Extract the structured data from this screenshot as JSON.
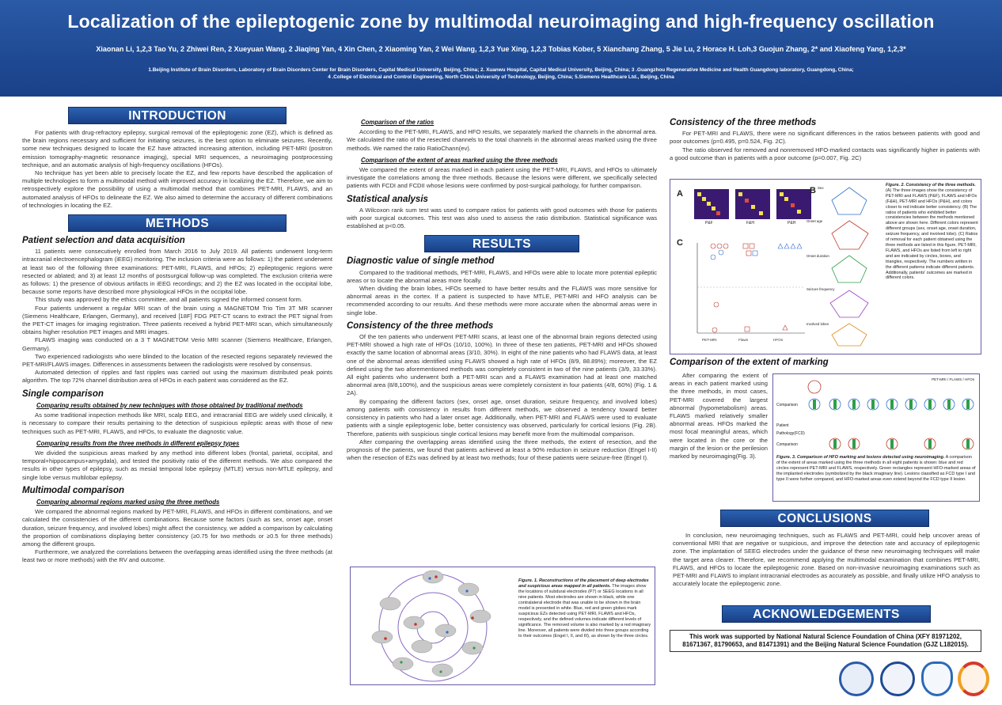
{
  "header": {
    "title": "Localization of the epileptogenic zone by multimodal neuroimaging and high-frequency oscillation",
    "authors": "Xiaonan Li, 1,2,3 Tao Yu, 2 Zhiwei Ren, 2 Xueyuan Wang, 2 Jiaqing Yan, 4 Xin Chen, 2 Xiaoming Yan, 2 Wei Wang, 1,2,3 Yue Xing, 1,2,3 Tobias Kober, 5 Xianchang Zhang, 5 Jie Lu, 2 Horace H. Loh,3 Guojun Zhang, 2* and Xiaofeng Yang, 1,2,3*",
    "affil1": "1.Beijing Institute of Brain Disorders, Laboratory of Brain Disorders Center for Brain Disorders, Capital Medical University, Beijing, China; 2. Xuanwu Hospital, Capital Medical University, Beijing, China; 3 .Guangzhou Regenerative Medicine and Health Guangdong laboratory, Guangdong, China;",
    "affil2": "4 .College of Electrical and Control Engineering, North China University of Technology, Beijing, China; 5.Siemens Healthcare Ltd., Beijing, China"
  },
  "intro": {
    "heading": "INTRODUCTION",
    "p1": "For patients with drug-refractory epilepsy, surgical removal of the epileptogenic zone (EZ), which is defined as the brain regions necessary and sufficient for initiating seizures, is the best option to eliminate seizures. Recently, some new techniques designed to locate the EZ have attracted increasing attention, including PET-MRI (positron emission tomography-magnetic resonance imaging), special MRI sequences, a neuroimaging postprocessing technique, and an automatic analysis of high-frequency oscillations (HFOs).",
    "p2": "No technique has yet been able to precisely locate the EZ, and few reports have described the application of multiple technologies to form a multimodal method with improved accuracy in localizing the EZ. Therefore, we aim to retrospectively explore the possibility of using a multimodal method that combines PET-MRI, FLAWS, and an automated analysis of HFOs to delineate the EZ. We also aimed to determine the accuracy of different combinations of technologies in locating the EZ."
  },
  "methods": {
    "heading": "METHODS",
    "sub1": "Patient selection and data acquisition",
    "p1": "11 patients were consecutively enrolled from March 2016 to July 2019. All patients underwent long-term intracranial electroencephalogram (iEEG) monitoring. The inclusion criteria were as follows: 1) the patient underwent at least two of the following three examinations: PET-MRI, FLAWS, and HFOs; 2) epileptogenic regions were resected or ablated; and 3) at least 12 months of postsurgical follow-up was completed. The exclusion criteria were as follows: 1) the presence of obvious artifacts in iEEG recordings; and 2) the EZ was located in the occipital lobe, because some reports have described more physiological HFOs in the occipital lobe.",
    "p2": "This study was approved by the ethics committee, and all patients signed the informed consent form.",
    "p3": "Four patients underwent a regular MRI scan of the brain using a MAGNETOM Trio Tim 3T MR scanner (Siemens Healthcare, Erlangen, Germany), and received [18F] FDG PET-CT scans to extract the PET signal from the PET-CT images for imaging registration. Three patients received a hybrid PET-MRI scan, which simultaneously obtains higher resolution PET images and MRI images.",
    "p4": "FLAWS imaging was conducted on a 3 T MAGNETOM Verio MRI scanner (Siemens Healthcare, Erlangen, Germany).",
    "p5": "Two experienced radiologists who were blinded to the location of the resected regions separately reviewed the PET-MRI/FLAWS images. Differences in assessments between the radiologists were resolved by consensus.",
    "p6": "Automated detection of ripples and fast ripples was carried out using the maximum distributed peak points algorithm. The top 72% channel distribution area of HFOs in each patient was considered as the EZ.",
    "sub2": "Single comparison",
    "subsub1": "Comparing results obtained by new techniques with those obtained by traditional methods",
    "p7": "As some traditional inspection methods like MRI, scalp EEG, and intracranial EEG are widely used clinically, it is necessary to compare their results pertaining to the detection of suspicious epileptic areas with those of new techniques such as PET-MRI, FLAWS, and HFOs, to evaluate the diagnostic value.",
    "subsub2": "Comparing results from the three methods in different epilepsy types",
    "p8": "We divided the suspicious areas marked by any method into different lobes (frontal, parietal, occipital, and temporal+hippocampus+amygdala), and tested the positivity ratio of the different methods. We also compared the results in other types of epilepsy, such as mesial temporal lobe epilepsy (MTLE) versus non-MTLE epilepsy, and single lobe versus multilobar epilepsy.",
    "sub3": "Multimodal comparison",
    "subsub3": "Comparing abnormal regions marked using the three methods",
    "p9": "We compared the abnormal regions marked by PET-MRI, FLAWS, and HFOs in different combinations, and we calculated the consistencies of the different combinations. Because some factors (such as sex, onset age, onset duration, seizure frequency, and involved lobes) might affect the consistency, we added a comparison by calculating the proportion of combinations displaying better consistency (≥0.75 for two methods or ≥0.5 for three methods) among the different groups.",
    "p10": "Furthermore, we analyzed the correlations between the overlapping areas identified using the three methods (at least two or more methods) with the RV and outcome."
  },
  "col2": {
    "subsub1": "Comparison of the ratios",
    "p1": "According to the PET-MRI, FLAWS, and HFO results, we separately marked the channels in the abnormal area. We calculated the ratio of the resected channels to the total channels in the abnormal areas marked using the three methods. We named the ratio RatioChann(ev).",
    "subsub2": "Comparison of the extent of areas marked using the three methods",
    "p2": "We compared the extent of areas marked in each patient using the PET-MRI, FLAWS, and HFOs to ultimately investigate the correlations among the three methods. Because the lesions were different, we specifically selected patients with FCDI and FCDII whose lesions were confirmed by post-surgical pathology, for further comparison.",
    "sub1": "Statistical analysis",
    "p3": "A Wilcoxon rank sum test was used to compare ratios for patients with good outcomes with those for patients with poor surgical outcomes. This test was also used to assess the ratio distribution. Statistical significance was established at p<0.05.",
    "results_heading": "RESULTS",
    "sub2": "Diagnostic value of single method",
    "p4": "Compared to the traditional methods, PET-MRI, FLAWS, and HFOs were able to locate more potential epileptic areas or to locate the abnormal areas more focally.",
    "p5": "When dividing the brain lobes, HFOs seemed to have better results and the FLAWS was more sensitive for abnormal areas in the cortex. If a patient is suspected to have MTLE, PET-MRI and HFO analysis can be recommended according to our results. And these methods were more accurate when the abnormal areas were in single lobe.",
    "sub3": "Consistency of the three methods",
    "p6": "Of the ten patients who underwent PET-MRI scans, at least one of the abnormal brain regions detected using PET-MRI showed a high rate of HFOs (10/10, 100%). In three of these ten patients, PET-MRI and HFOs showed exactly the same location of abnormal areas (3/10, 30%). In eight of the nine patients who had FLAWS data, at least one of the abnormal areas identified using FLAWS showed a high rate of HFOs (8/9, 88.89%); moreover, the EZ defined using the two aforementioned methods was completely consistent in two of the nine patients (3/9, 33.33%). All eight patients who underwent both a PET-MRI scan and a FLAWS examination had at least one matched abnormal area (8/8,100%), and the suspicious areas were completely consistent in four patients (4/8, 60%) (Fig. 1 & 2A).",
    "p7": "By comparing the different factors (sex, onset age, onset duration, seizure frequency, and involved lobes) among patients with consistency in results from different methods, we observed a tendency toward better consistency in patients who had a later onset age. Additionally, when PET-MRI and FLAWS were used to evaluate patients with a single epileptogenic lobe, better consistency was observed, particularly for cortical lesions (Fig. 2B). Therefore, patients with suspicious single cortical lesions may benefit more from the multimodal comparison.",
    "p8": "After comparing the overlapping areas identified using the three methods, the extent of resection, and the prognosis of the patients, we found that patients achieved at least a 90% reduction in seizure reduction (Engel I-II) when the resection of EZs was defined by at least two methods; four of these patients were seizure-free (Engel I).",
    "fig1_title": "Figure. 1. Reconstructions of the placement of deep electrodes and suspicious areas mapped in all patients.",
    "fig1_text": "The images show the locations of subdural electrodes (P7) or SEEG locations in all nine patients. Most electrodes are shown in black, while one contralateral electrode that was unable to be shown in the brain model is presented in white. Blue, red and green globes mark suspicious EZs detected using PET-MRI, FLAWS and HFOs, respectively, and the defined volumes indicate different levels of significance. The removed volume is also marked by a red imaginary line. Moreover, all patients were divided into three groups according to their outcomes (Engel I, II, and III), as shown by the three circles."
  },
  "col3": {
    "sub1": "Consistency of the three methods",
    "p1": "For PET-MRI and FLAWS, there were no significant differences in the ratios between patients with good and poor outcomes (p=0.495, p=0.524, Fig. 2C).",
    "p2": "The ratio observed for removed and nonremoved HFO-marked contacts was significantly higher in patients with a good outcome than in patients with a poor outcome (p=0.007, Fig. 2C)",
    "fig2_title": "Figure. 2. Consistency of the three methods.",
    "fig2_text": "(A) The three images show the consistency of PET-MRI and FLAWS (P&F), FLAWS and HFOs (F&H), PET-MRI and HFOs (P&H), and colors closer to red indicate better consistency. (B) The ratios of patients who exhibited better consistencies between the methods mentioned above are shown here. Different colors represent different groups (sex, onset age, onset duration, seizure frequency, and involved lobe). (C) Ratios of removal for each patient obtained using the three methods are listed in this figure. PET-MRI, FLAWS, and HFOs are listed from left to right and are indicated by circles, boxes, and triangles, respectively. The numbers written in the different patterns indicate different patients. Additionally, patients' outcomes are marked in different colors.",
    "fig2_label_a": "A",
    "fig2_label_b": "B",
    "fig2_label_c": "C",
    "fig2_heat1": "P&F",
    "fig2_heat2": "F&H",
    "fig2_heat3": "P&H",
    "fig2_radar1": "Sex",
    "fig2_radar2": "Onset age",
    "fig2_radar3": "Onset duration",
    "fig2_radar4": "Seizure frequency",
    "fig2_radar5": "Involved lobes",
    "fig2_x1": "PET-MRI",
    "fig2_x2": "Flaws",
    "fig2_x3": "HFOs",
    "sub2": "Comparison of the extent of marking",
    "p3": "After comparing the extent of areas in each patient marked using the three methods, in most cases, PET-MRI covered the largest abnormal (hypometabolism) areas. FLAWS marked relatively smaller abnormal areas. HFOs marked the most focal meaningful areas, which were located in the core or the margin of the lesion or the perilesion marked by neuroimaging(Fig. 3).",
    "fig3_legend": "PET-MRI / FLAWS / HFOs",
    "fig3_row1": "Comparison",
    "fig3_row2": "Patient",
    "fig3_row3": "Pathology(FCD)",
    "fig3_row4": "Comparison",
    "fig3_title": "Figure. 3. Comparison of HFO marking and lesions detected using neuroimaging.",
    "fig3_text": "A comparison of the extent of areas marked using the three methods in all eight patients is shown: blue and red circles represent PET-MRI and FLAWS, respectively. Green rectangles represent HFO-marked areas of the implanted electrodes (symbolized by the black imaginary line). Lesions classified as FCD type I and type II were further compared, and HFO-marked areas even extend beyond the FCD type II lesion.",
    "conclusions_heading": "CONCLUSIONS",
    "p4": "In conclusion, new neuroimaging techniques, such as FLAWS and PET-MRI, could help uncover areas of conventional MRI that are negative or suspicious, and improve the detection rate and accuracy of epileptogenic zone. The implantation of SEEG electrodes under the guidance of these new neuroimaging techniques will make the target area clearer. Therefore, we recommend applying the multimodal examination that combines PET-MRI, FLAWS, and HFOs to locate the epileptogenic zone. Based on non-invasive neuroimaging examinations such as PET-MRI and FLAWS to implant intracranial electrodes as accurately as possible, and finally utilize HFO analysis to accurately locate the epileptogenic zone.",
    "ack_heading": "ACKNOWLEDGEMENTS",
    "ack_text": "This work was supported by National Natural Science Foundation of China (XFY 81971202, 81671367, 81790653, and 81471391) and the Beijing Natural Science Foundation (GJZ L182015)."
  },
  "colors": {
    "header_blue": "#1f4a93",
    "banner_blue": "#1a3f87",
    "figure_border": "#6a5aa8"
  }
}
